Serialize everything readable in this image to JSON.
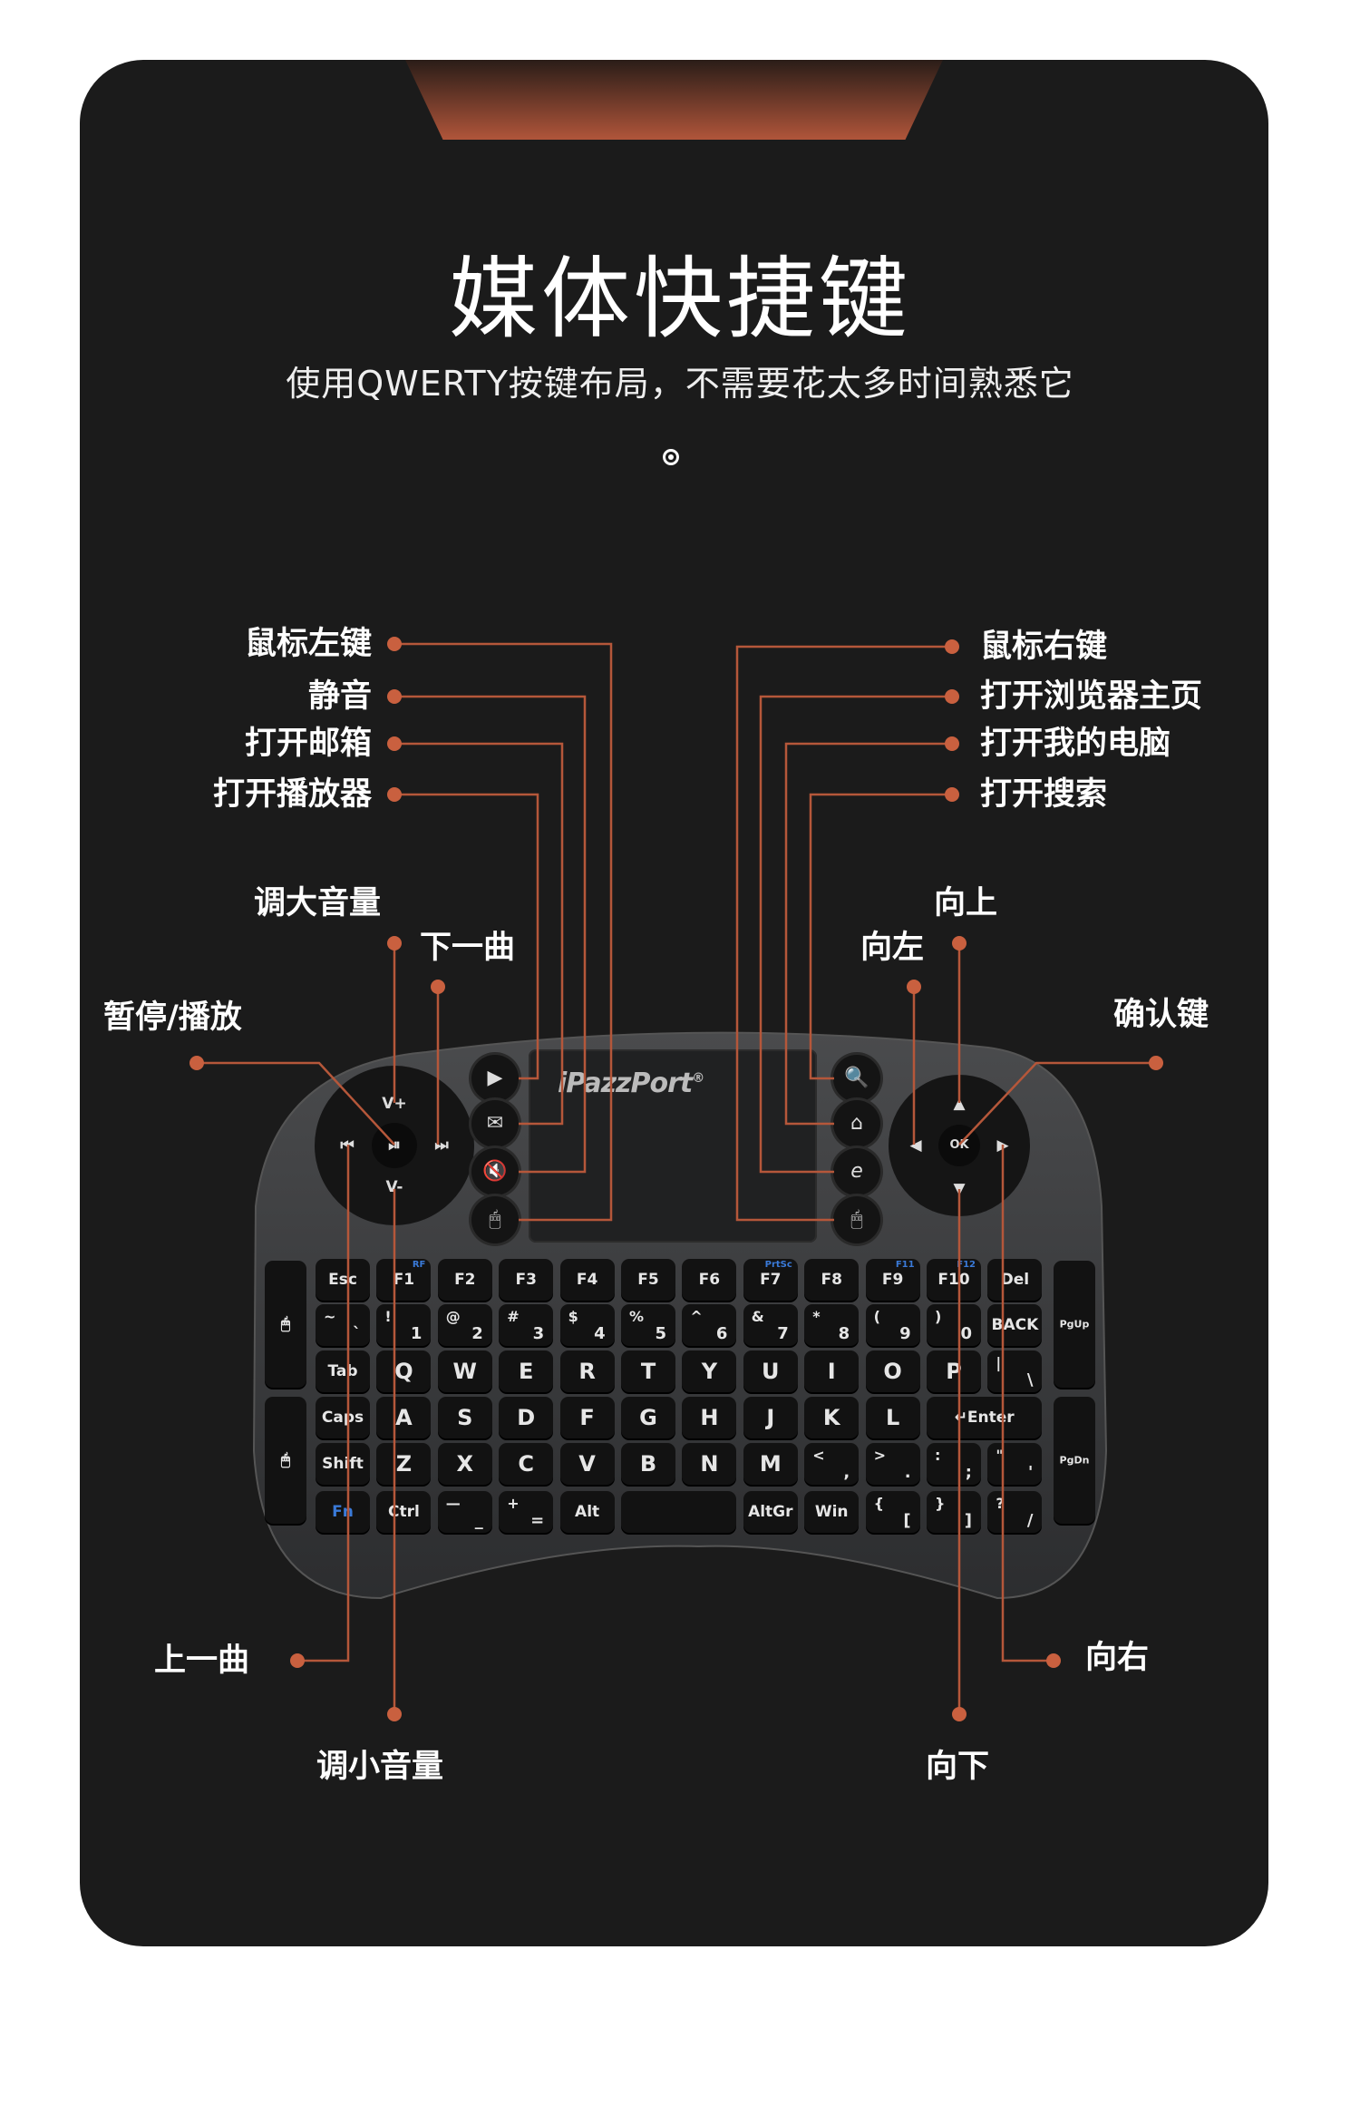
{
  "header": {
    "title": "媒体快捷键",
    "subtitle": "使用QWERTY按键布局，不需要花太多时间熟悉它"
  },
  "colors": {
    "card": "#1b1b1b",
    "accent": "#b5573a",
    "text": "#ffffff"
  },
  "callouts": {
    "left_click": "鼠标左键",
    "mute": "静音",
    "open_mail": "打开邮箱",
    "open_player": "打开播放器",
    "right_click": "鼠标右键",
    "browser_home": "打开浏览器主页",
    "my_computer": "打开我的电脑",
    "open_search": "打开搜索",
    "vol_up": "调大音量",
    "next_track": "下一曲",
    "play_pause": "暂停/播放",
    "up": "向上",
    "left": "向左",
    "confirm": "确认键",
    "prev_track": "上一曲",
    "vol_down": "调小音量",
    "right": "向右",
    "down": "向下"
  },
  "keyboard": {
    "brand": "iPazzPort",
    "brand_mark": "®",
    "media_pad": {
      "up": "V+",
      "down": "V-",
      "left": "⏮",
      "center": "⏯",
      "right": "⏭"
    },
    "nav_pad": {
      "up": "▲",
      "down": "▼",
      "left": "◀",
      "center": "OK",
      "right": "▶"
    },
    "left_buttons": [
      "play-icon",
      "mail-icon",
      "mute-icon",
      "mouse-icon"
    ],
    "right_buttons": [
      "search-icon",
      "home-icon",
      "browser-e-icon",
      "mouse-icon"
    ],
    "rows": [
      [
        {
          "m": "Esc"
        },
        {
          "m": "F1",
          "fn": "RF"
        },
        {
          "m": "F2"
        },
        {
          "m": "F3"
        },
        {
          "m": "F4"
        },
        {
          "m": "F5"
        },
        {
          "m": "F6"
        },
        {
          "m": "F7",
          "fn": "PrtSc"
        },
        {
          "m": "F8"
        },
        {
          "m": "F9",
          "fn": "F11"
        },
        {
          "m": "F10",
          "fn": "F12"
        },
        {
          "m": "Del"
        }
      ],
      [
        {
          "t": "~",
          "b": "`"
        },
        {
          "t": "!",
          "b": "1"
        },
        {
          "t": "@",
          "b": "2"
        },
        {
          "t": "#",
          "b": "3"
        },
        {
          "t": "$",
          "b": "4"
        },
        {
          "t": "%",
          "b": "5"
        },
        {
          "t": "^",
          "b": "6"
        },
        {
          "t": "&",
          "b": "7"
        },
        {
          "t": "*",
          "b": "8"
        },
        {
          "t": "(",
          "b": "9"
        },
        {
          "t": ")",
          "b": "0"
        },
        {
          "m": "BACK"
        }
      ],
      [
        {
          "m": "Tab"
        },
        {
          "m": "Q"
        },
        {
          "m": "W"
        },
        {
          "m": "E"
        },
        {
          "m": "R"
        },
        {
          "m": "T"
        },
        {
          "m": "Y"
        },
        {
          "m": "U"
        },
        {
          "m": "I"
        },
        {
          "m": "O"
        },
        {
          "m": "P"
        },
        {
          "t": "|",
          "b": "\\"
        }
      ],
      [
        {
          "m": "Caps"
        },
        {
          "m": "A"
        },
        {
          "m": "S"
        },
        {
          "m": "D"
        },
        {
          "m": "F"
        },
        {
          "m": "G"
        },
        {
          "m": "H"
        },
        {
          "m": "J"
        },
        {
          "m": "K"
        },
        {
          "m": "L"
        },
        {
          "m": "↵Enter",
          "w": 2
        }
      ],
      [
        {
          "m": "Shift"
        },
        {
          "m": "Z"
        },
        {
          "m": "X"
        },
        {
          "m": "C"
        },
        {
          "m": "V"
        },
        {
          "m": "B"
        },
        {
          "m": "N"
        },
        {
          "m": "M"
        },
        {
          "t": "<",
          "b": ","
        },
        {
          "t": ">",
          "b": "."
        },
        {
          "t": ":",
          "b": ";"
        },
        {
          "t": "\"",
          "b": "'"
        }
      ],
      [
        {
          "m": "Fn"
        },
        {
          "m": "Ctrl"
        },
        {
          "t": "—",
          "b": "_"
        },
        {
          "t": "+",
          "b": "="
        },
        {
          "m": "Alt"
        },
        {
          "m": "",
          "w": 2
        },
        {
          "m": "AltGr"
        },
        {
          "m": "Win"
        },
        {
          "t": "{",
          "b": "["
        },
        {
          "t": "}",
          "b": "]"
        },
        {
          "t": "?",
          "b": "/"
        }
      ]
    ],
    "side_right": [
      "PgUp",
      "PgDn"
    ]
  }
}
